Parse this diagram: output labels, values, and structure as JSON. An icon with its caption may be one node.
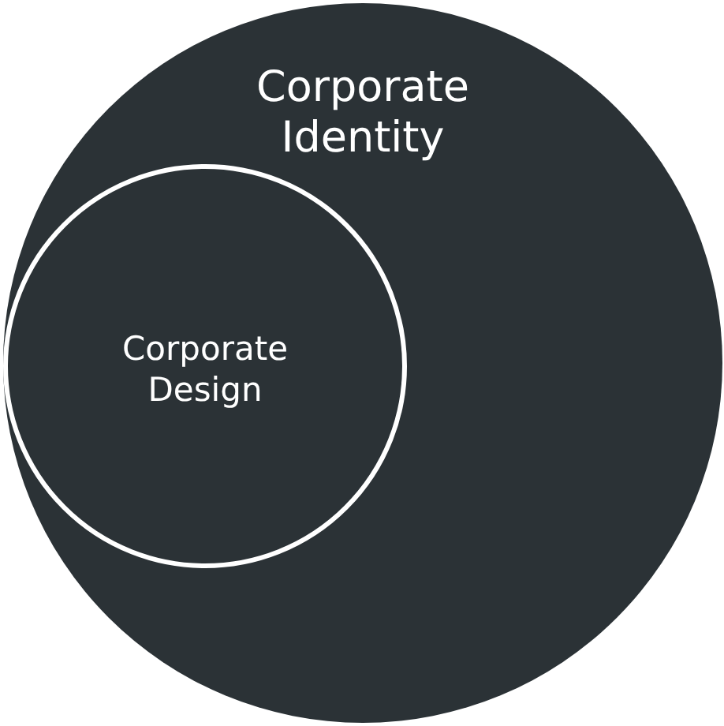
{
  "diagram": {
    "nodes": [
      {
        "text": [
          "Corporate Identity"
        ]
      },
      {
        "text": [
          "Corporate Design"
        ],
        "in": 0
      }
    ]
  }
}
